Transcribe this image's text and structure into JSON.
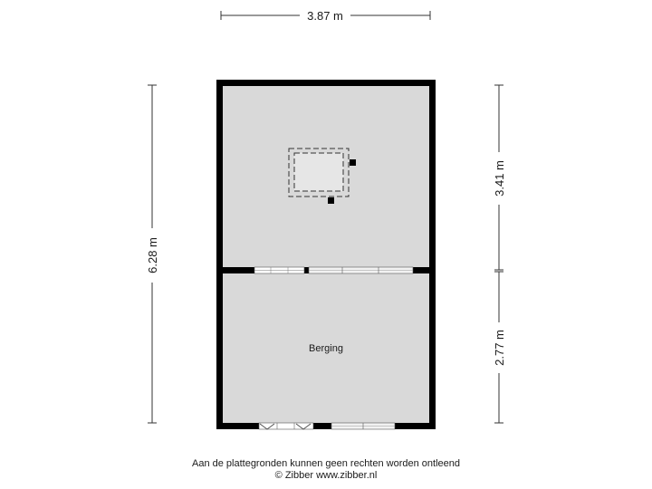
{
  "dimensions": {
    "width_top": "3.87 m",
    "height_total": "6.28 m",
    "height_upper": "3.41 m",
    "height_lower": "2.77 m"
  },
  "rooms": {
    "lower_room_label": "Berging"
  },
  "footer": {
    "disclaimer": "Aan de plattegronden kunnen geen rechten worden ontleend",
    "copyright": "© Zibber www.zibber.nl"
  },
  "colors": {
    "wall": "#000000",
    "floor": "#d9d9d9",
    "dimension_line": "#333333"
  }
}
